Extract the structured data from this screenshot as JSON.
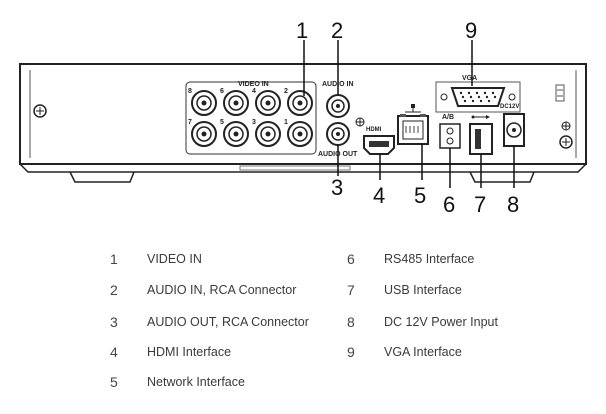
{
  "panel": {
    "labels": {
      "video_in": "VIDEO IN",
      "audio_in": "AUDIO IN",
      "audio_out": "AUDIO OUT",
      "hdmi": "HDMI",
      "rs485": "A/B",
      "power": "DC12V",
      "vga": "VGA"
    },
    "bnc_numbers": [
      "8",
      "6",
      "4",
      "2",
      "7",
      "5",
      "3",
      "1"
    ]
  },
  "callouts": [
    "1",
    "2",
    "3",
    "4",
    "5",
    "6",
    "7",
    "8",
    "9"
  ],
  "legend": [
    {
      "num": "1",
      "text": "VIDEO IN"
    },
    {
      "num": "2",
      "text": "AUDIO IN, RCA Connector"
    },
    {
      "num": "3",
      "text": "AUDIO OUT, RCA Connector"
    },
    {
      "num": "4",
      "text": "HDMI Interface"
    },
    {
      "num": "5",
      "text": "Network Interface"
    },
    {
      "num": "6",
      "text": "RS485 Interface"
    },
    {
      "num": "7",
      "text": "USB Interface"
    },
    {
      "num": "8",
      "text": "DC 12V Power Input"
    },
    {
      "num": "9",
      "text": "VGA Interface"
    }
  ]
}
